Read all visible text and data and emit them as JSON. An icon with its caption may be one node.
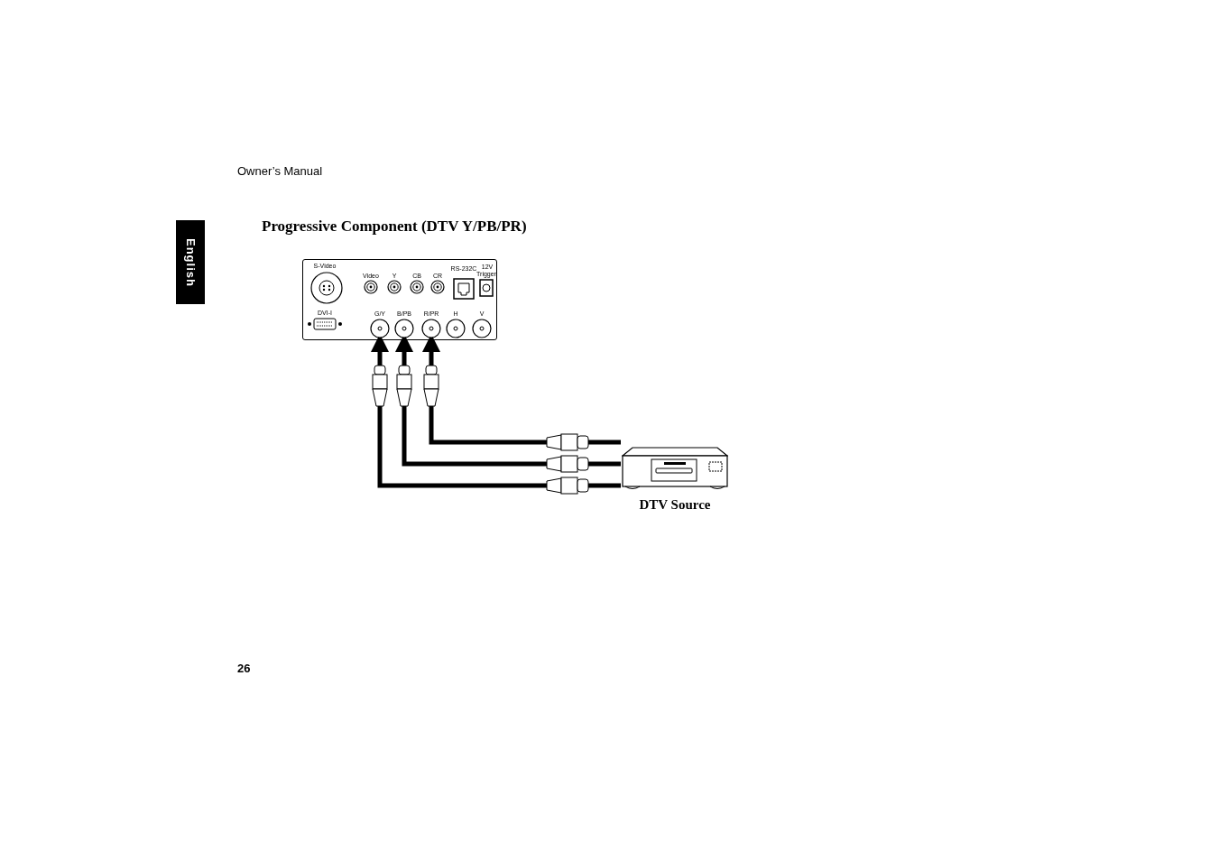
{
  "diagram": {
    "title": "Progressive Component (DTV Y/PB/PR)",
    "nodes": [
      {
        "text": [],
        "shape": "box"
      },
      {
        "text": [
          "G/Y"
        ],
        "in": 0
      },
      {
        "text": [
          "B/PB"
        ],
        "in": 0
      },
      {
        "text": [
          "R/PR"
        ],
        "in": 0
      },
      {
        "text": [
          "H"
        ],
        "in": 0
      },
      {
        "text": [
          "V"
        ],
        "in": 0
      },
      {
        "text": [
          "DTV Source"
        ]
      }
    ],
    "edges": [
      {
        "from": 6,
        "to": 1,
        "arrow": "to"
      },
      {
        "from": 6,
        "to": 2,
        "arrow": "to"
      },
      {
        "from": 6,
        "to": 3,
        "arrow": "to"
      }
    ],
    "labels": [
      "Owner’s Manual",
      "English",
      "S-Video",
      "Video",
      "Y",
      "CB",
      "CR",
      "RS-232C",
      "12V",
      "Trigger",
      "DVI-I",
      "26"
    ]
  }
}
